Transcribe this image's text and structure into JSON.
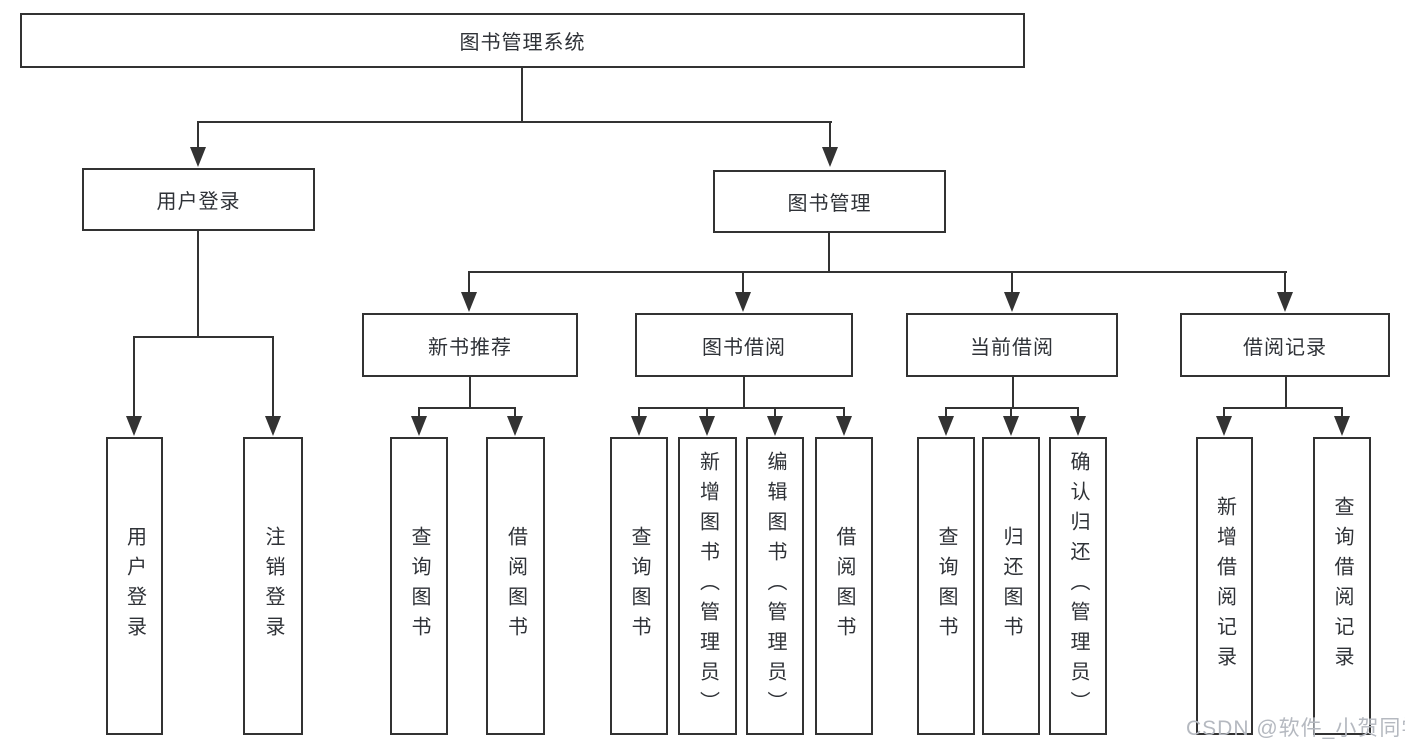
{
  "diagram_title": "图书管理系统",
  "tree": {
    "label": "图书管理系统",
    "children": [
      {
        "label": "用户登录",
        "children": [
          {
            "label": "用户登录"
          },
          {
            "label": "注销登录"
          }
        ]
      },
      {
        "label": "图书管理",
        "children": [
          {
            "label": "新书推荐",
            "children": [
              {
                "label": "查询图书"
              },
              {
                "label": "借阅图书"
              }
            ]
          },
          {
            "label": "图书借阅",
            "children": [
              {
                "label": "查询图书"
              },
              {
                "label": "新增图书（管理员）"
              },
              {
                "label": "编辑图书（管理员）"
              },
              {
                "label": "借阅图书"
              }
            ]
          },
          {
            "label": "当前借阅",
            "children": [
              {
                "label": "查询图书"
              },
              {
                "label": "归还图书"
              },
              {
                "label": "确认归还（管理员）"
              }
            ]
          },
          {
            "label": "借阅记录",
            "children": [
              {
                "label": "新增借阅记录"
              },
              {
                "label": "查询借阅记录"
              }
            ]
          }
        ]
      }
    ]
  },
  "watermark": {
    "text": "CSDN @软件_小贺同学"
  },
  "colors": {
    "line": "#333333",
    "box_border": "#323232",
    "text": "#2f3237",
    "background": "#ffffff",
    "watermark": "#b5b9c0"
  }
}
